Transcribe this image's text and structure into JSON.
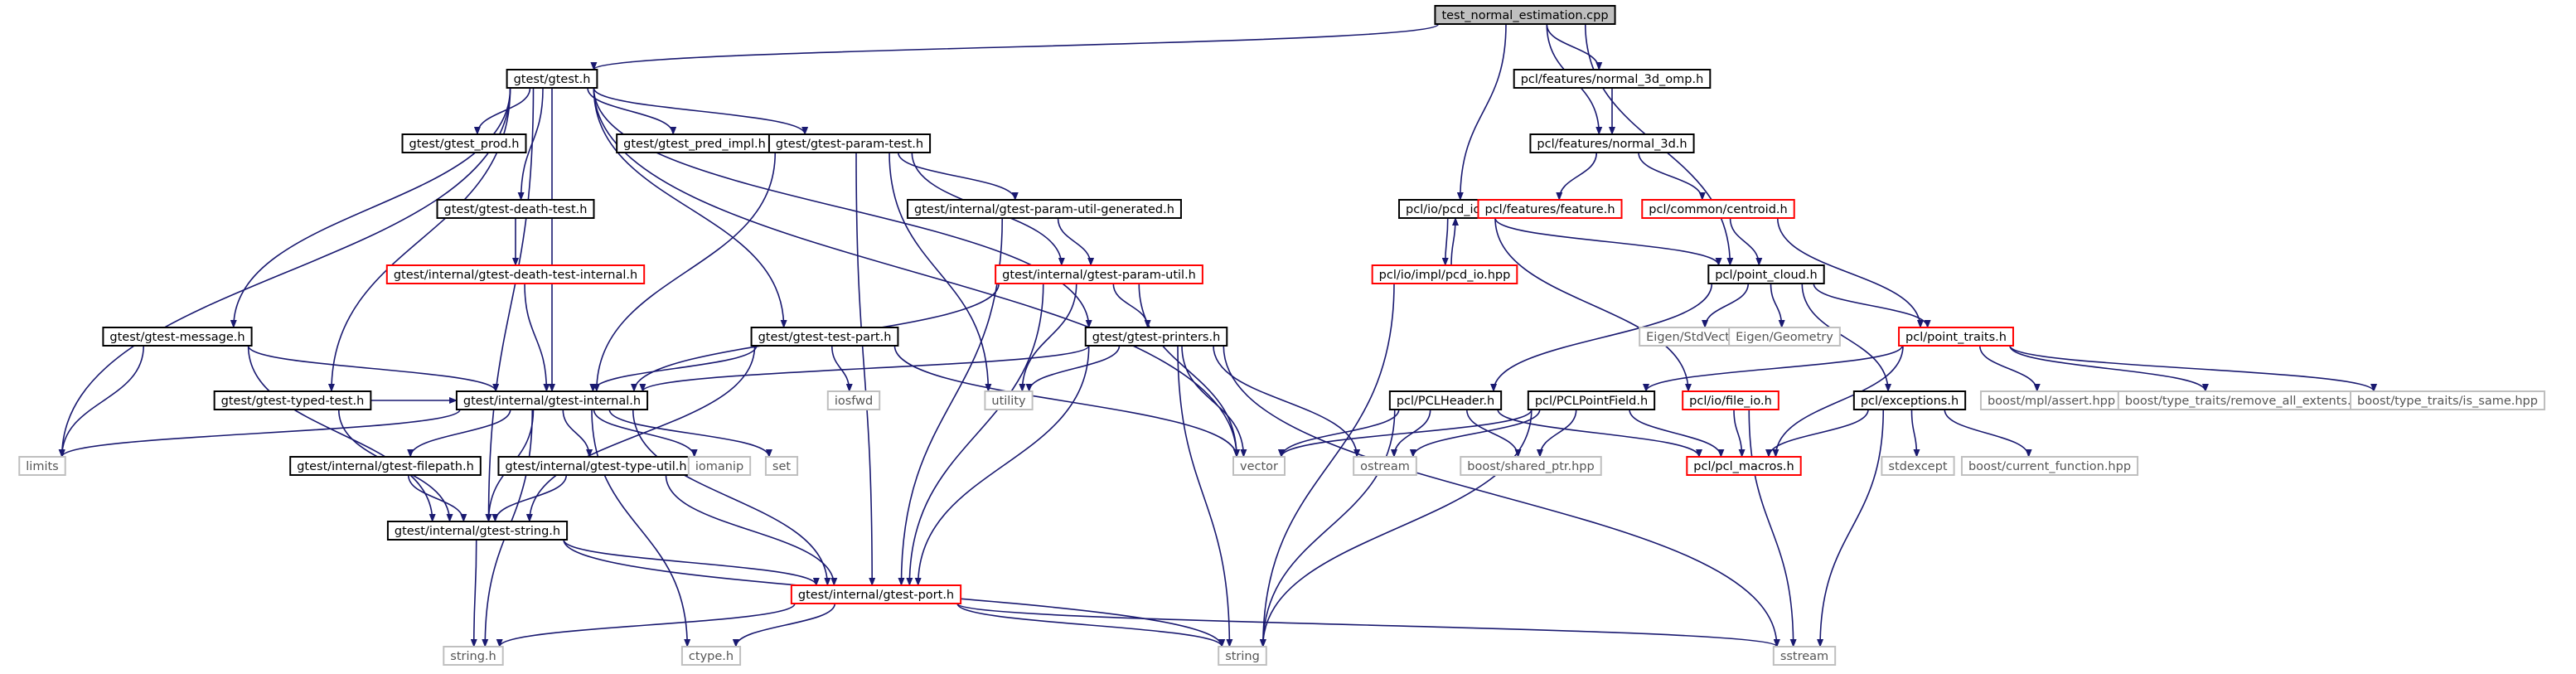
{
  "colors": {
    "edge": "#191970",
    "root_fill": "#bfbfbf",
    "root_border": "#000000",
    "documented_border": "#000000",
    "truncated_border": "#ff0000",
    "external_border": "#bfbfbf",
    "node_fill": "#ffffff"
  },
  "nodes": [
    {
      "id": "root",
      "label": "test_normal_estimation.cpp",
      "kind": "root"
    },
    {
      "id": "gtest",
      "label": "gtest/gtest.h",
      "kind": "documented"
    },
    {
      "id": "n3domp",
      "label": "pcl/features/normal_3d_omp.h",
      "kind": "documented"
    },
    {
      "id": "n3d",
      "label": "pcl/features/normal_3d.h",
      "kind": "documented"
    },
    {
      "id": "gprod",
      "label": "gtest/gtest_prod.h",
      "kind": "documented"
    },
    {
      "id": "gpredimpl",
      "label": "gtest/gtest_pred_impl.h",
      "kind": "documented"
    },
    {
      "id": "gparamtest",
      "label": "gtest/gtest-param-test.h",
      "kind": "documented"
    },
    {
      "id": "pcdio",
      "label": "pcl/io/pcd_io.h",
      "kind": "documented"
    },
    {
      "id": "feature",
      "label": "pcl/features/feature.h",
      "kind": "truncated"
    },
    {
      "id": "centroid",
      "label": "pcl/common/centroid.h",
      "kind": "truncated"
    },
    {
      "id": "gdeath",
      "label": "gtest/gtest-death-test.h",
      "kind": "documented"
    },
    {
      "id": "gpugen",
      "label": "gtest/internal/gtest-param-util-generated.h",
      "kind": "documented"
    },
    {
      "id": "pcdimpl",
      "label": "pcl/io/impl/pcd_io.hpp",
      "kind": "truncated"
    },
    {
      "id": "pointcloud",
      "label": "pcl/point_cloud.h",
      "kind": "documented"
    },
    {
      "id": "gdeathint",
      "label": "gtest/internal/gtest-death-test-internal.h",
      "kind": "truncated"
    },
    {
      "id": "gparamutil",
      "label": "gtest/internal/gtest-param-util.h",
      "kind": "truncated"
    },
    {
      "id": "gmessage",
      "label": "gtest/gtest-message.h",
      "kind": "documented"
    },
    {
      "id": "gtestpart",
      "label": "gtest/gtest-test-part.h",
      "kind": "documented"
    },
    {
      "id": "gprinters",
      "label": "gtest/gtest-printers.h",
      "kind": "documented"
    },
    {
      "id": "eigenstd",
      "label": "Eigen/StdVector",
      "kind": "external"
    },
    {
      "id": "eigengeo",
      "label": "Eigen/Geometry",
      "kind": "external"
    },
    {
      "id": "pointtraits",
      "label": "pcl/point_traits.h",
      "kind": "truncated"
    },
    {
      "id": "gtyped",
      "label": "gtest/gtest-typed-test.h",
      "kind": "documented"
    },
    {
      "id": "ginternal",
      "label": "gtest/internal/gtest-internal.h",
      "kind": "documented"
    },
    {
      "id": "iosfwd",
      "label": "iosfwd",
      "kind": "external"
    },
    {
      "id": "utility",
      "label": "utility",
      "kind": "external"
    },
    {
      "id": "pclheader",
      "label": "pcl/PCLHeader.h",
      "kind": "documented"
    },
    {
      "id": "pclpointfield",
      "label": "pcl/PCLPointField.h",
      "kind": "documented"
    },
    {
      "id": "fileio",
      "label": "pcl/io/file_io.h",
      "kind": "truncated"
    },
    {
      "id": "exceptions",
      "label": "pcl/exceptions.h",
      "kind": "documented"
    },
    {
      "id": "bmplassert",
      "label": "boost/mpl/assert.hpp",
      "kind": "external"
    },
    {
      "id": "bremove",
      "label": "boost/type_traits/remove_all_extents.hpp",
      "kind": "external"
    },
    {
      "id": "bissame",
      "label": "boost/type_traits/is_same.hpp",
      "kind": "external"
    },
    {
      "id": "limits",
      "label": "limits",
      "kind": "external"
    },
    {
      "id": "gfilepath",
      "label": "gtest/internal/gtest-filepath.h",
      "kind": "documented"
    },
    {
      "id": "gtypeutil",
      "label": "gtest/internal/gtest-type-util.h",
      "kind": "documented"
    },
    {
      "id": "iomanip",
      "label": "iomanip",
      "kind": "external"
    },
    {
      "id": "set",
      "label": "set",
      "kind": "external"
    },
    {
      "id": "vector",
      "label": "vector",
      "kind": "external"
    },
    {
      "id": "ostream",
      "label": "ostream",
      "kind": "external"
    },
    {
      "id": "bshared",
      "label": "boost/shared_ptr.hpp",
      "kind": "external"
    },
    {
      "id": "pclmacros",
      "label": "pcl/pcl_macros.h",
      "kind": "truncated"
    },
    {
      "id": "stdexcept",
      "label": "stdexcept",
      "kind": "external"
    },
    {
      "id": "bcurfunc",
      "label": "boost/current_function.hpp",
      "kind": "external"
    },
    {
      "id": "gstring",
      "label": "gtest/internal/gtest-string.h",
      "kind": "documented"
    },
    {
      "id": "gport",
      "label": "gtest/internal/gtest-port.h",
      "kind": "truncated"
    },
    {
      "id": "stringh",
      "label": "string.h",
      "kind": "external"
    },
    {
      "id": "ctypeh",
      "label": "ctype.h",
      "kind": "external"
    },
    {
      "id": "string",
      "label": "string",
      "kind": "external"
    },
    {
      "id": "sstream",
      "label": "sstream",
      "kind": "external"
    }
  ],
  "edges": [
    [
      "root",
      "gtest"
    ],
    [
      "root",
      "n3domp"
    ],
    [
      "root",
      "n3d"
    ],
    [
      "root",
      "pcdio"
    ],
    [
      "root",
      "pointcloud"
    ],
    [
      "n3domp",
      "n3d"
    ],
    [
      "n3d",
      "feature"
    ],
    [
      "n3d",
      "centroid"
    ],
    [
      "centroid",
      "pointcloud"
    ],
    [
      "centroid",
      "pointtraits"
    ],
    [
      "gtest",
      "gprod"
    ],
    [
      "gtest",
      "gpredimpl"
    ],
    [
      "gtest",
      "gparamtest"
    ],
    [
      "gtest",
      "gdeath"
    ],
    [
      "gtest",
      "gmessage"
    ],
    [
      "gtest",
      "gtestpart"
    ],
    [
      "gtest",
      "gprinters"
    ],
    [
      "gtest",
      "gtyped"
    ],
    [
      "gtest",
      "ginternal"
    ],
    [
      "gtest",
      "limits"
    ],
    [
      "gtest",
      "vector"
    ],
    [
      "gtest",
      "gstring"
    ],
    [
      "gdeath",
      "gdeathint"
    ],
    [
      "gdeathint",
      "ginternal"
    ],
    [
      "gparamtest",
      "gpugen"
    ],
    [
      "gparamtest",
      "gparamutil"
    ],
    [
      "gparamtest",
      "ginternal"
    ],
    [
      "gparamtest",
      "utility"
    ],
    [
      "gparamtest",
      "gport"
    ],
    [
      "gpugen",
      "gparamutil"
    ],
    [
      "gpugen",
      "gport"
    ],
    [
      "gparamutil",
      "gprinters"
    ],
    [
      "gparamutil",
      "ginternal"
    ],
    [
      "gparamutil",
      "utility"
    ],
    [
      "gparamutil",
      "vector"
    ],
    [
      "gparamutil",
      "gport"
    ],
    [
      "gmessage",
      "limits"
    ],
    [
      "gmessage",
      "ginternal"
    ],
    [
      "gmessage",
      "gstring"
    ],
    [
      "gtestpart",
      "ginternal"
    ],
    [
      "gtestpart",
      "iosfwd"
    ],
    [
      "gtestpart",
      "vector"
    ],
    [
      "gtestpart",
      "gstring"
    ],
    [
      "gprinters",
      "ginternal"
    ],
    [
      "gprinters",
      "utility"
    ],
    [
      "gprinters",
      "vector"
    ],
    [
      "gprinters",
      "ostream"
    ],
    [
      "gprinters",
      "sstream"
    ],
    [
      "gprinters",
      "string"
    ],
    [
      "gprinters",
      "gport"
    ],
    [
      "gtyped",
      "ginternal"
    ],
    [
      "gtyped",
      "gstring"
    ],
    [
      "ginternal",
      "limits"
    ],
    [
      "ginternal",
      "gfilepath"
    ],
    [
      "ginternal",
      "gtypeutil"
    ],
    [
      "ginternal",
      "iomanip"
    ],
    [
      "ginternal",
      "set"
    ],
    [
      "ginternal",
      "gstring"
    ],
    [
      "ginternal",
      "gport"
    ],
    [
      "ginternal",
      "stringh"
    ],
    [
      "ginternal",
      "ctypeh"
    ],
    [
      "gfilepath",
      "gstring"
    ],
    [
      "gtypeutil",
      "gstring"
    ],
    [
      "gtypeutil",
      "gport"
    ],
    [
      "gstring",
      "stringh"
    ],
    [
      "gstring",
      "gport"
    ],
    [
      "gstring",
      "string"
    ],
    [
      "gport",
      "stringh"
    ],
    [
      "gport",
      "ctypeh"
    ],
    [
      "gport",
      "string"
    ],
    [
      "gport",
      "sstream"
    ],
    [
      "pcdio",
      "pcdimpl"
    ],
    [
      "pcdimpl",
      "pcdio"
    ],
    [
      "pcdio",
      "pointcloud"
    ],
    [
      "pcdio",
      "fileio"
    ],
    [
      "pcdimpl",
      "string"
    ],
    [
      "pointcloud",
      "eigenstd"
    ],
    [
      "pointcloud",
      "eigengeo"
    ],
    [
      "pointcloud",
      "pclheader"
    ],
    [
      "pointcloud",
      "exceptions"
    ],
    [
      "pointcloud",
      "pointtraits"
    ],
    [
      "pointtraits",
      "pclpointfield"
    ],
    [
      "pointtraits",
      "pclmacros"
    ],
    [
      "pointtraits",
      "bmplassert"
    ],
    [
      "pointtraits",
      "bremove"
    ],
    [
      "pointtraits",
      "bissame"
    ],
    [
      "pclheader",
      "vector"
    ],
    [
      "pclheader",
      "ostream"
    ],
    [
      "pclheader",
      "bshared"
    ],
    [
      "pclheader",
      "pclmacros"
    ],
    [
      "pclheader",
      "string"
    ],
    [
      "pclpointfield",
      "vector"
    ],
    [
      "pclpointfield",
      "ostream"
    ],
    [
      "pclpointfield",
      "bshared"
    ],
    [
      "pclpointfield",
      "pclmacros"
    ],
    [
      "pclpointfield",
      "string"
    ],
    [
      "fileio",
      "pclmacros"
    ],
    [
      "fileio",
      "sstream"
    ],
    [
      "exceptions",
      "stdexcept"
    ],
    [
      "exceptions",
      "sstream"
    ],
    [
      "exceptions",
      "pclmacros"
    ],
    [
      "exceptions",
      "bcurfunc"
    ]
  ]
}
